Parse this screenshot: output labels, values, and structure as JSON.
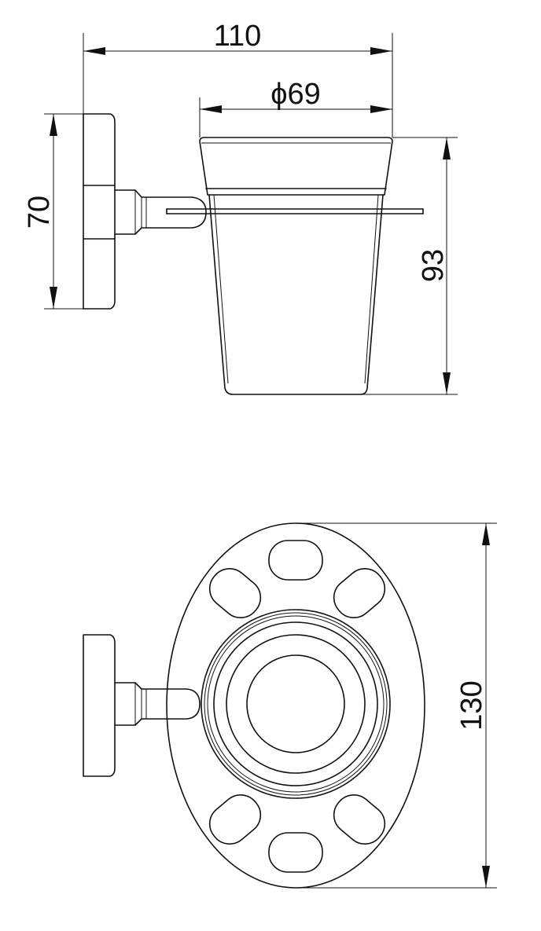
{
  "dimensions": {
    "overall_width": "110",
    "cup_diameter": "ϕ69",
    "plate_height": "70",
    "cup_height": "93",
    "holder_height": "130"
  }
}
